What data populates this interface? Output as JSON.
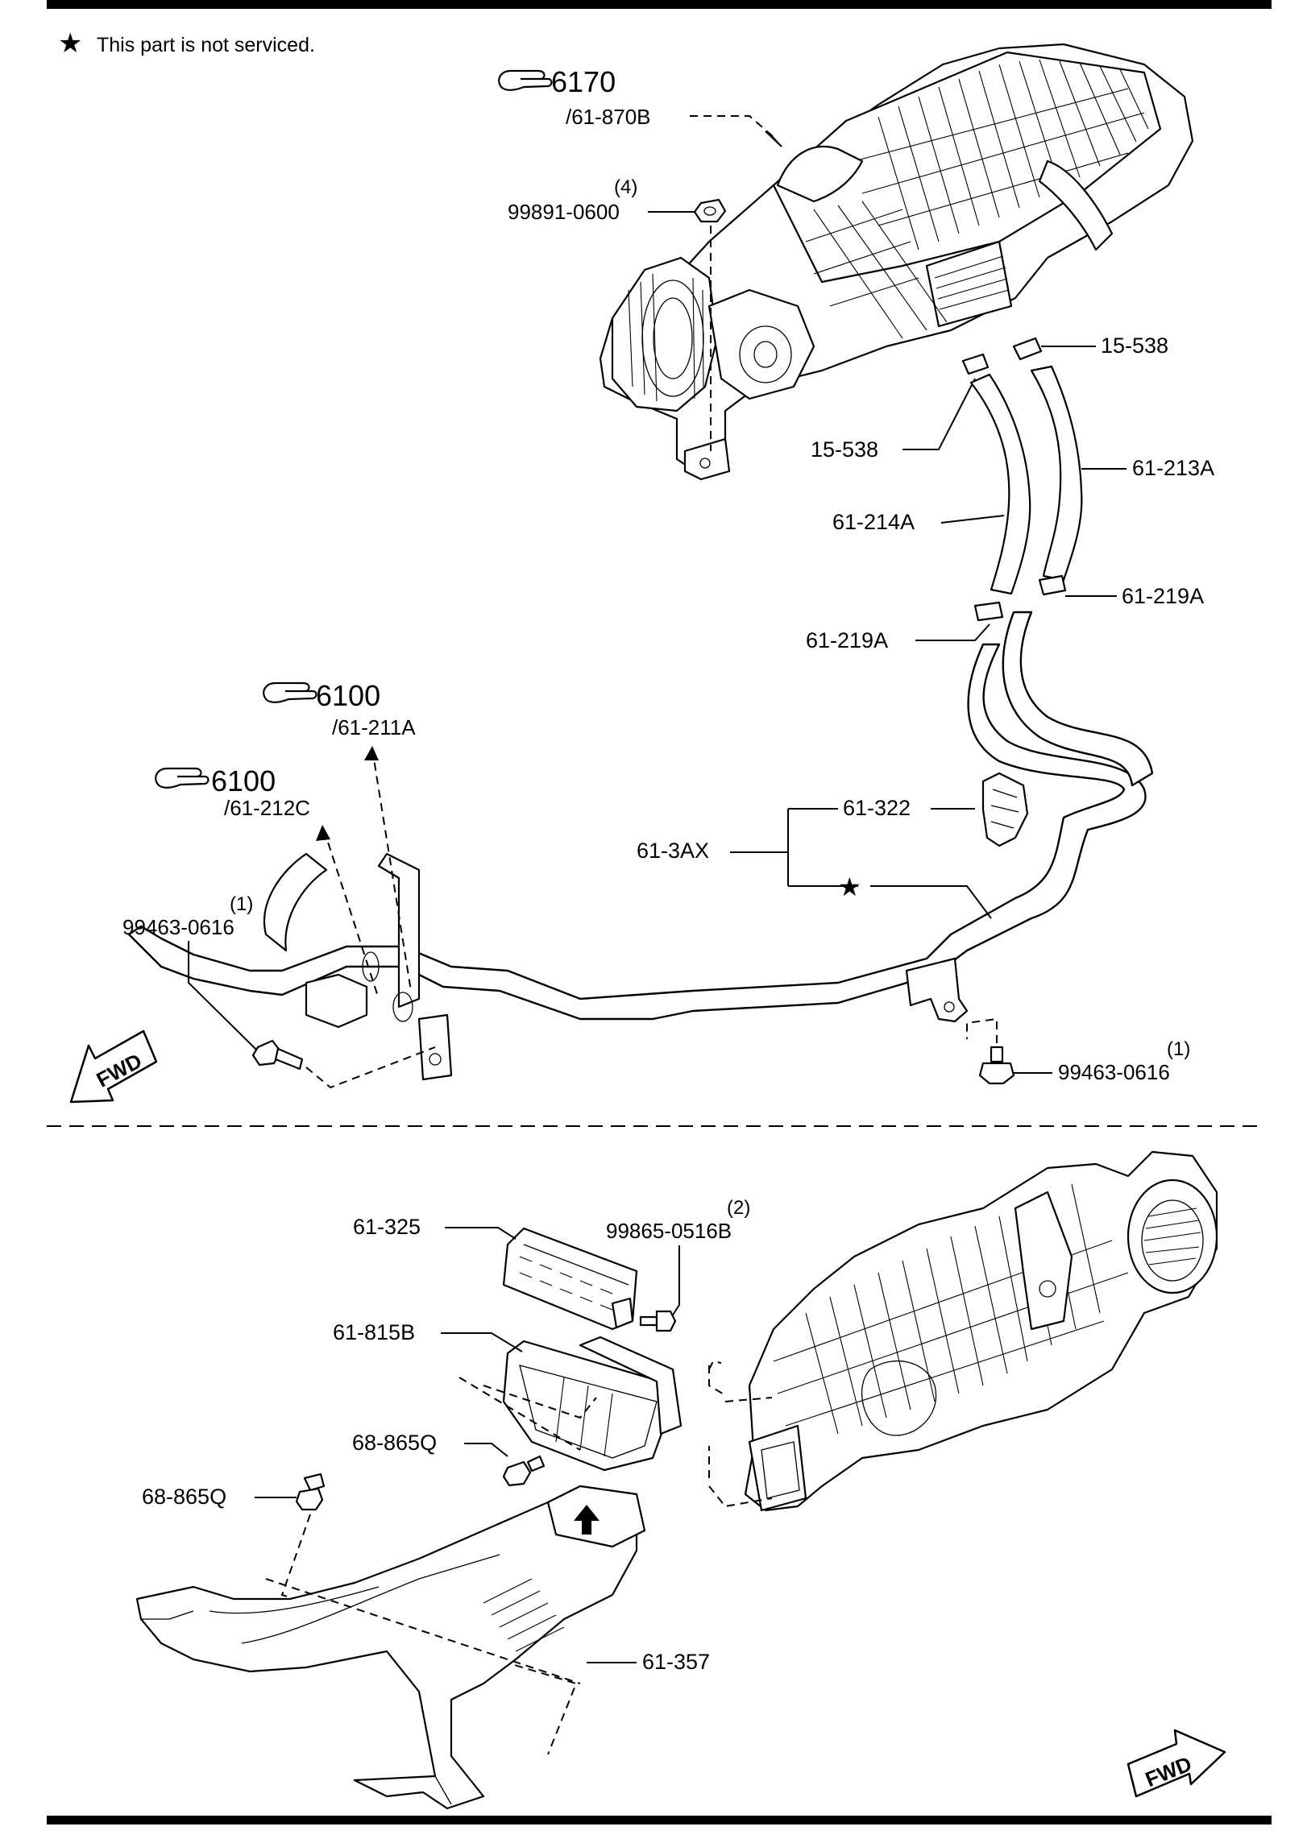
{
  "legend": {
    "symbol": "★",
    "text": "This part is not serviced."
  },
  "refs": {
    "r6170": {
      "num": "6170",
      "sub": "/61-870B"
    },
    "r6100a": {
      "num": "6100",
      "sub": "/61-211A"
    },
    "r6100b": {
      "num": "6100",
      "sub": "/61-212C"
    }
  },
  "callouts": {
    "c99891": {
      "qty": "(4)",
      "part": "99891-0600"
    },
    "c15538a": {
      "part": "15-538"
    },
    "c15538b": {
      "part": "15-538"
    },
    "c61213": {
      "part": "61-213A"
    },
    "c61214": {
      "part": "61-214A"
    },
    "c61219a": {
      "part": "61-219A"
    },
    "c61219b": {
      "part": "61-219A"
    },
    "c61322": {
      "part": "61-322"
    },
    "c613ax": {
      "part": "61-3AX"
    },
    "c994631": {
      "qty": "(1)",
      "part": "99463-0616"
    },
    "c994632": {
      "qty": "(1)",
      "part": "99463-0616"
    },
    "c61325": {
      "part": "61-325"
    },
    "c99865": {
      "qty": "(2)",
      "part": "99865-0516B"
    },
    "c61815": {
      "part": "61-815B"
    },
    "c68865a": {
      "part": "68-865Q"
    },
    "c68865b": {
      "part": "68-865Q"
    },
    "c61357": {
      "part": "61-357"
    }
  },
  "fwd": {
    "top": "FWD",
    "bottom": "FWD"
  },
  "star": "★"
}
